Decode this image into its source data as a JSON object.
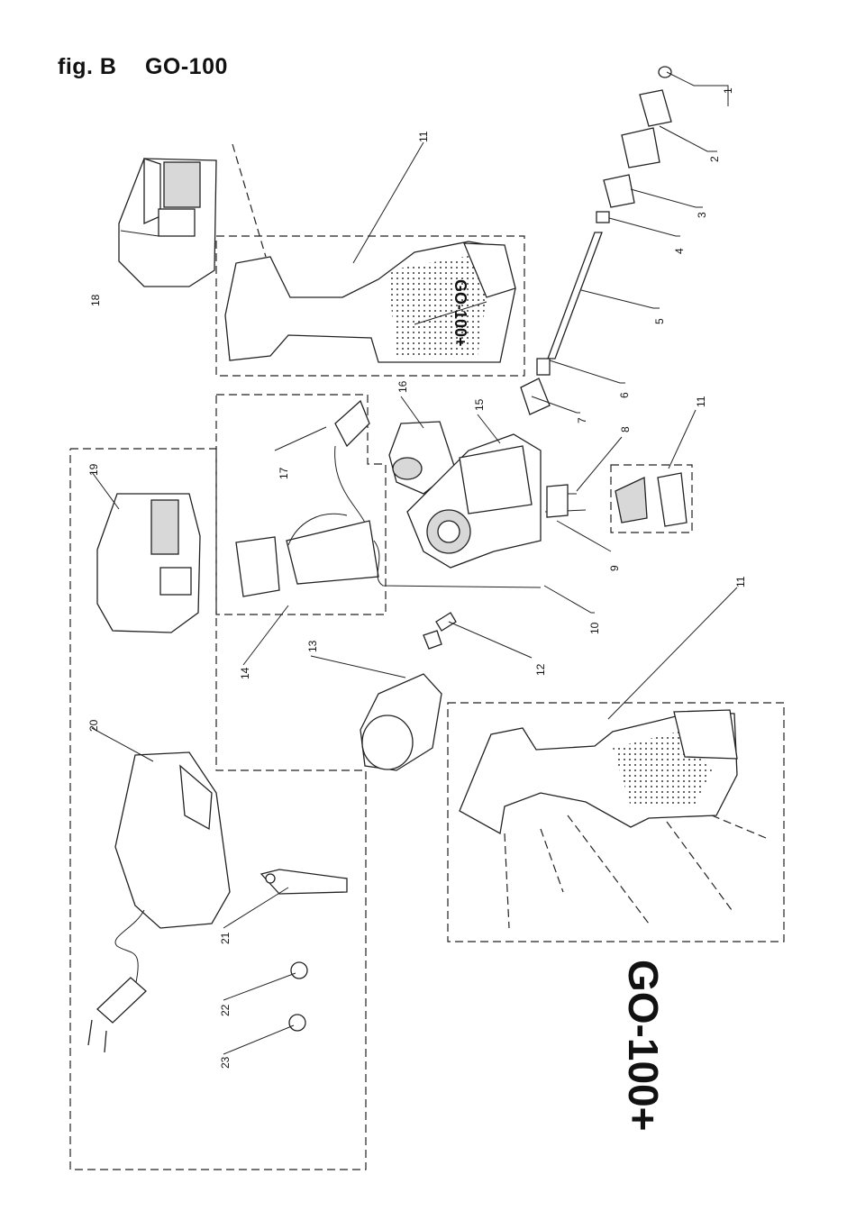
{
  "figure": {
    "label": "fig. B",
    "model": "GO-100",
    "big_model": "GO-100+",
    "housing_text": "GO-100+"
  },
  "parts": [
    {
      "num": "1"
    },
    {
      "num": "2"
    },
    {
      "num": "3"
    },
    {
      "num": "4"
    },
    {
      "num": "5"
    },
    {
      "num": "6"
    },
    {
      "num": "7"
    },
    {
      "num": "8"
    },
    {
      "num": "9"
    },
    {
      "num": "10"
    },
    {
      "num": "11"
    },
    {
      "num": "11"
    },
    {
      "num": "11"
    },
    {
      "num": "12"
    },
    {
      "num": "13"
    },
    {
      "num": "14"
    },
    {
      "num": "15"
    },
    {
      "num": "16"
    },
    {
      "num": "17"
    },
    {
      "num": "18"
    },
    {
      "num": "19"
    },
    {
      "num": "20"
    },
    {
      "num": "21"
    },
    {
      "num": "22"
    },
    {
      "num": "23"
    }
  ],
  "colors": {
    "line": "#222222",
    "fill": "#d8d8d8"
  }
}
